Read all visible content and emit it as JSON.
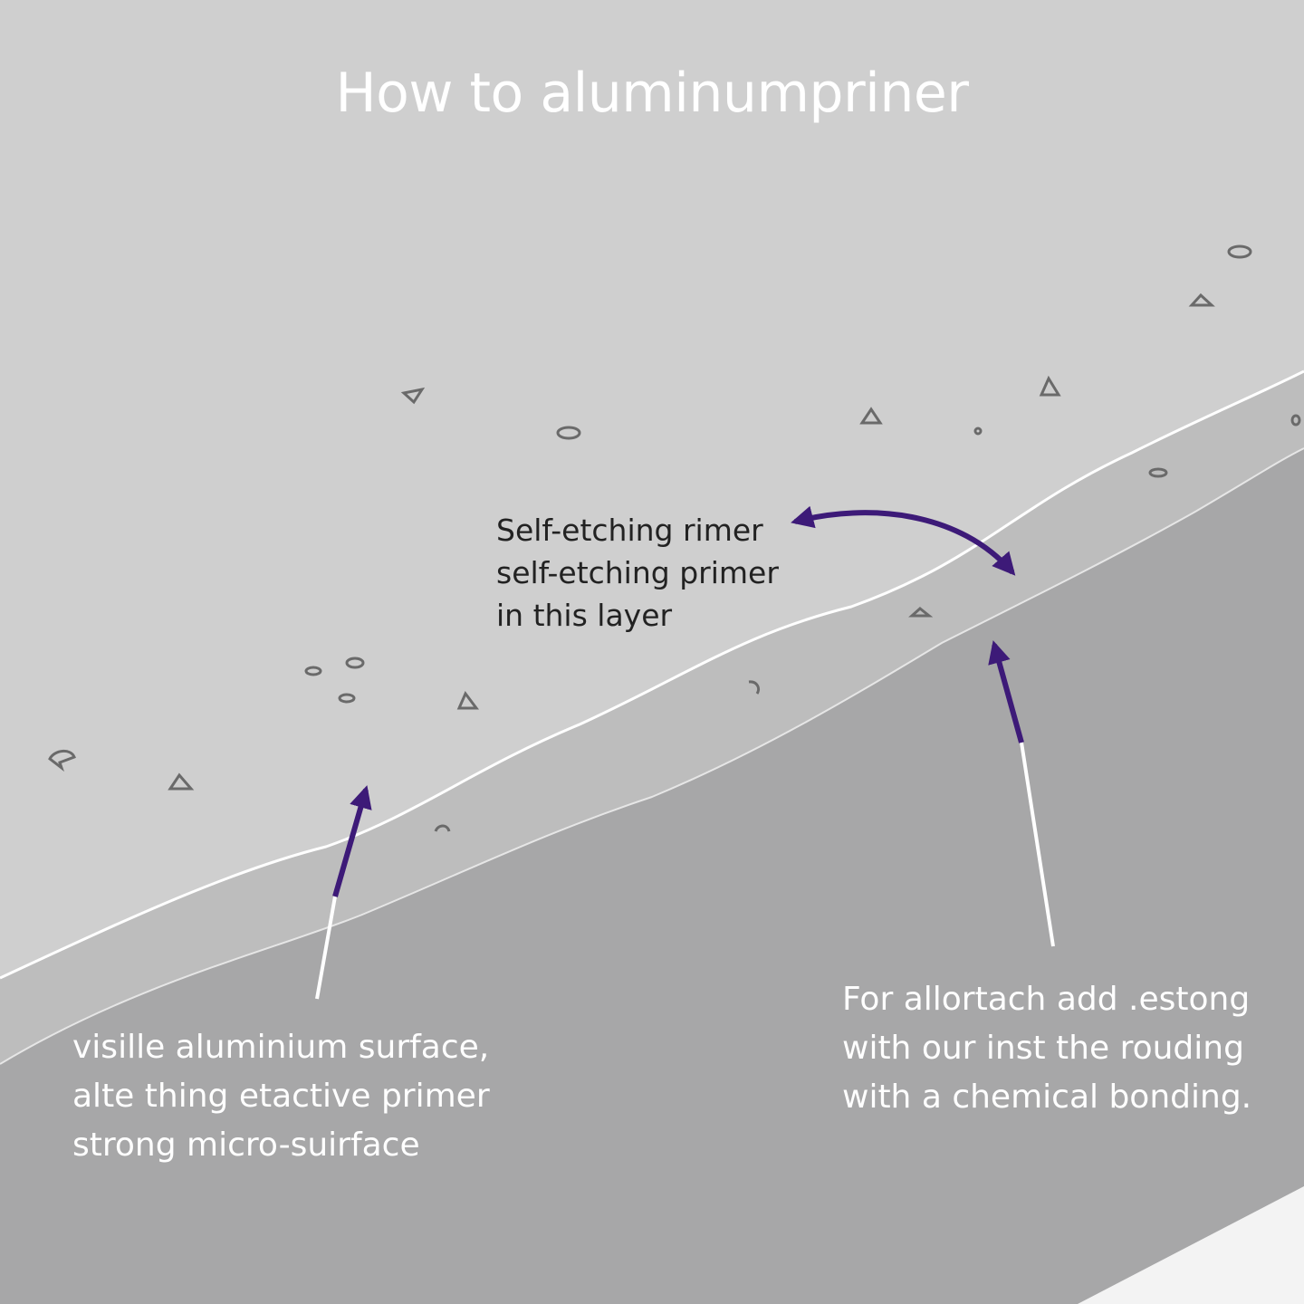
{
  "title": "How to aluminumpriner",
  "labels": {
    "primer": [
      "Self-etching rimer",
      "self-etching primer",
      "in this layer"
    ],
    "surface": [
      "visille aluminium surface,",
      "alte thing etactive primer",
      "strong micro-suirface"
    ],
    "bonding": [
      "For allortach add .estong",
      "with our inst the rouding",
      "with a chemical bonding."
    ]
  },
  "colors": {
    "background": "#cfcfcf",
    "primer_layer": "#bdbdbd",
    "aluminium": "#a7a7a8",
    "arrow": "#3d1a78",
    "outline": "#ffffff"
  }
}
